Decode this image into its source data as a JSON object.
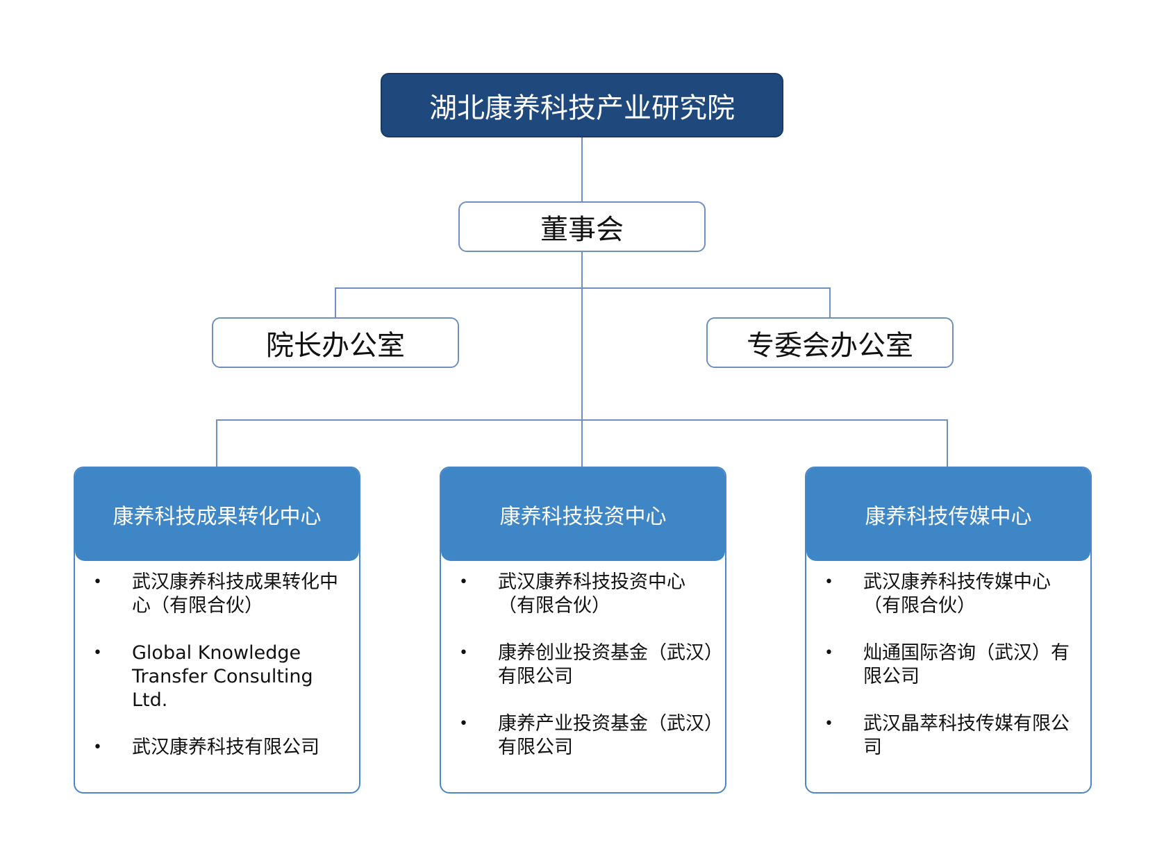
{
  "root": {
    "title": "湖北康养科技产业研究院"
  },
  "board": {
    "title": "董事会"
  },
  "offices": {
    "president": "院长办公室",
    "committee": "专委会办公室"
  },
  "centers": [
    {
      "title": "康养科技成果转化中心",
      "items": [
        "武汉康养科技成果转化中心（有限合伙）",
        "Global Knowledge Transfer Consulting Ltd.",
        "武汉康养科技有限公司"
      ]
    },
    {
      "title": "康养科技投资中心",
      "items": [
        "武汉康养科技投资中心（有限合伙）",
        "康养创业投资基金（武汉）有限公司",
        "康养产业投资基金（武汉）有限公司"
      ]
    },
    {
      "title": "康养科技传媒中心",
      "items": [
        "武汉康养科技传媒中心（有限合伙）",
        "灿通国际咨询（武汉）有限公司",
        "武汉晶萃科技传媒有限公司"
      ]
    }
  ],
  "colors": {
    "root_fill": "#1f497d",
    "card_header": "#3e86c6",
    "connector": "#6f8fbf"
  }
}
